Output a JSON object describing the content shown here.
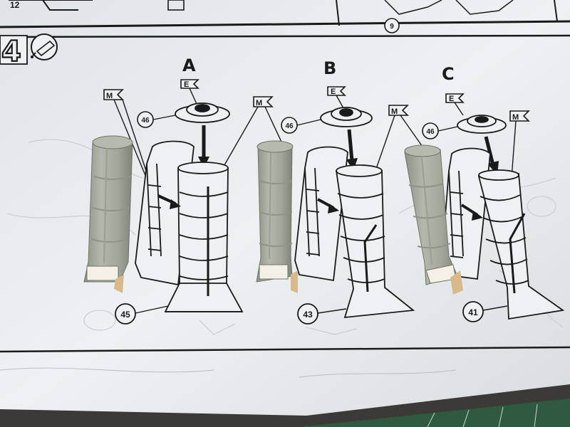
{
  "step": {
    "number": "4"
  },
  "top_strip": {
    "left_part": "12",
    "right_part": "9"
  },
  "variants": [
    {
      "letter": "A",
      "material_flag": "M",
      "cap_flag": "E",
      "cap_part": "46",
      "base_part": "45"
    },
    {
      "letter": "B",
      "material_flag": "M",
      "cap_flag": "E",
      "cap_part": "46",
      "base_part": "43"
    },
    {
      "letter": "C",
      "material_flag": "M",
      "cap_flag": "E",
      "cap_part": "46",
      "base_part": "41"
    }
  ],
  "colors": {
    "paper": "#e9edf0",
    "line": "#1a1a1a",
    "plastic": "#a9ada0",
    "plastic_shadow": "#858a7d",
    "cutting_mat": "#2f5a40"
  }
}
